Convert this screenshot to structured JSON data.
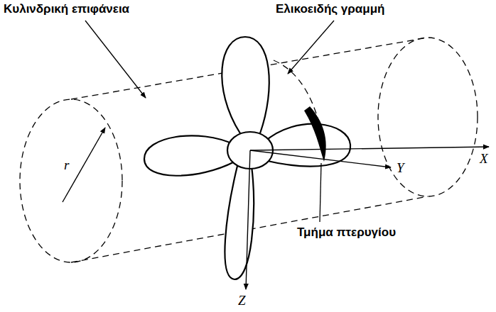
{
  "diagram": {
    "labels": [
      "Κυλινδρική επιφάνεια",
      "Ελικοειδής γραμμή",
      "r",
      "X",
      "Y",
      "Τμήμα πτερυγίου",
      "Z"
    ]
  }
}
